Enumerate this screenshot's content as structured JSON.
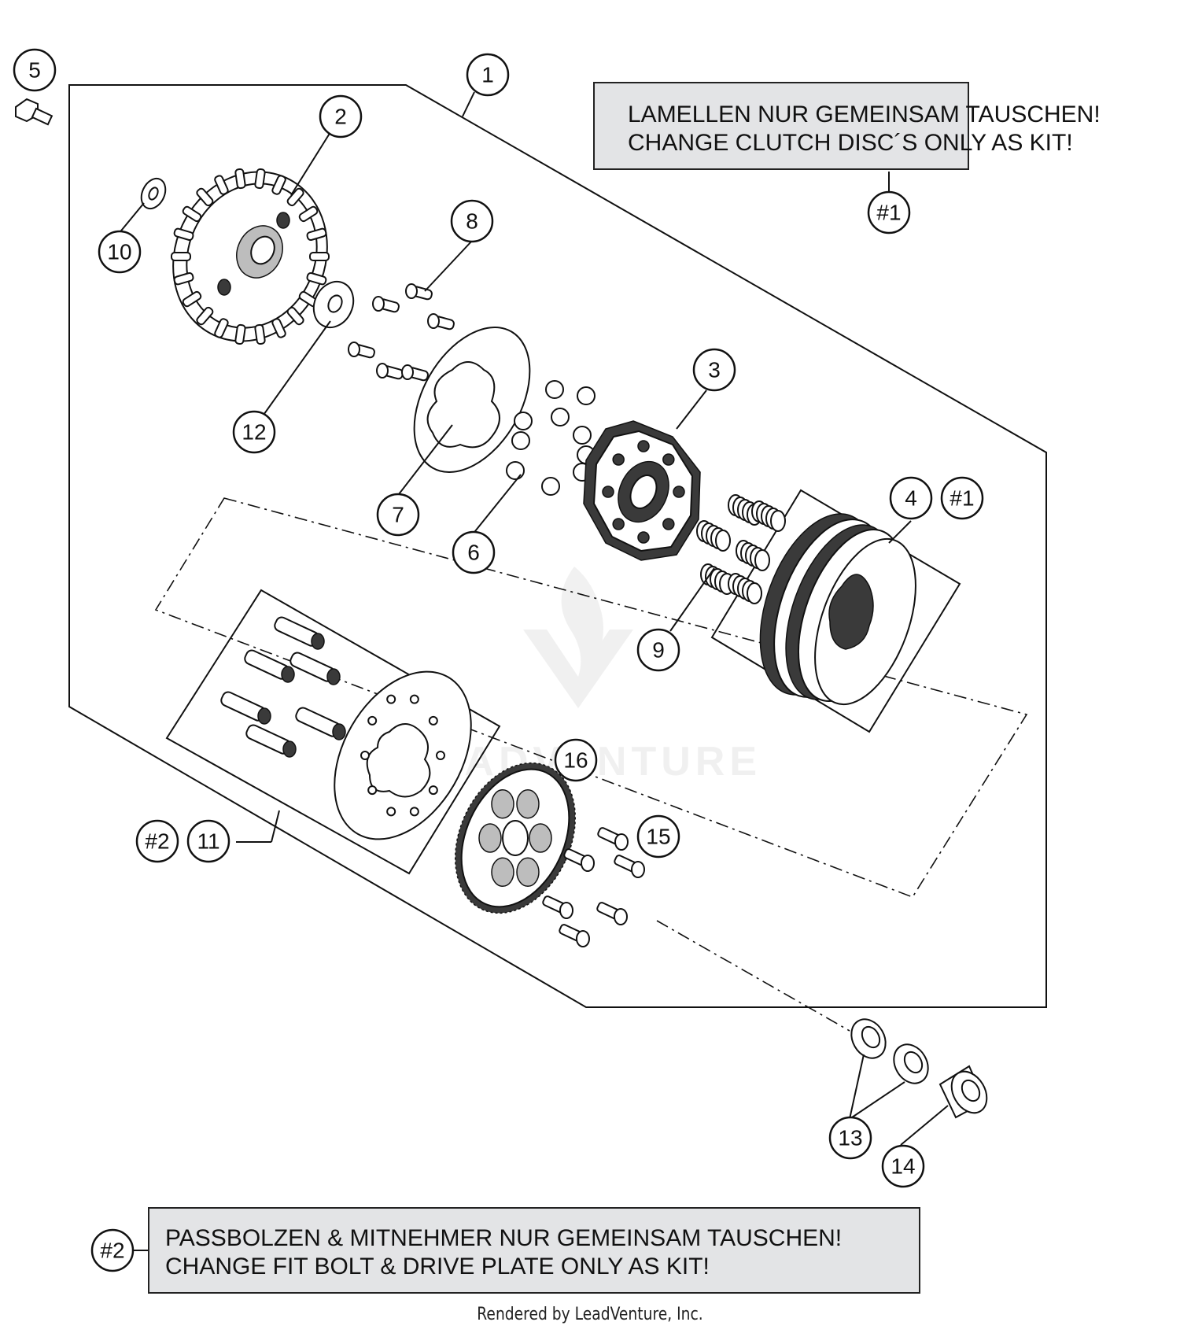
{
  "notes": {
    "kit1": {
      "line1": "LAMELLEN NUR GEMEINSAM TAUSCHEN!",
      "line2": "CHANGE CLUTCH DISC´S ONLY AS KIT!",
      "ref": "#1"
    },
    "kit2": {
      "line1": "PASSBOLZEN & MITNEHMER NUR GEMEINSAM TAUSCHEN!",
      "line2": "CHANGE FIT BOLT & DRIVE PLATE ONLY AS KIT!",
      "ref": "#2"
    }
  },
  "callouts": {
    "c1": "1",
    "c2": "2",
    "c3": "3",
    "c4": "4",
    "c5": "5",
    "c6": "6",
    "c7": "7",
    "c8": "8",
    "c9": "9",
    "c10": "10",
    "c11": "11",
    "c12": "12",
    "c13": "13",
    "c14": "14",
    "c15": "15",
    "c16": "16",
    "ref1a": "#1",
    "ref1b": "#1",
    "ref2a": "#2",
    "ref2b": "#2"
  },
  "watermark": "LEADVENTURE",
  "footer": "Rendered by LeadVenture, Inc."
}
